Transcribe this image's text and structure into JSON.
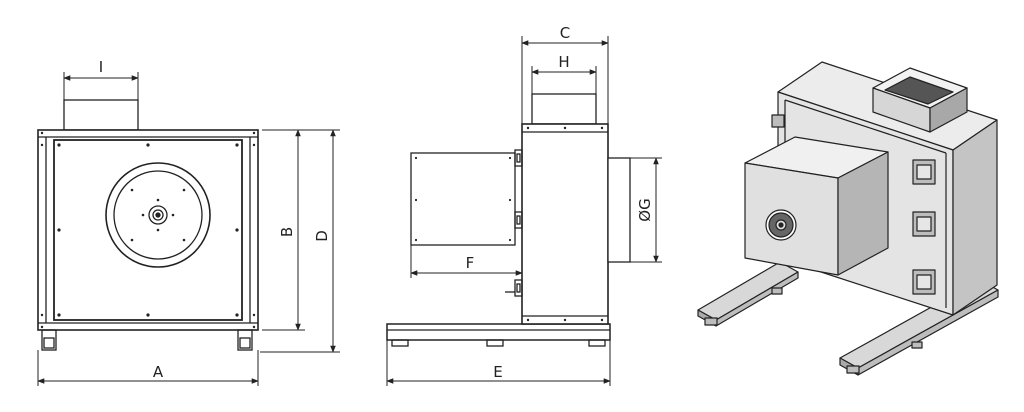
{
  "dimensions": {
    "A": "A",
    "B": "B",
    "C": "C",
    "D": "D",
    "E": "E",
    "F": "F",
    "G": "ØG",
    "H": "H",
    "I": "I"
  },
  "colors": {
    "line": "#222222",
    "panel_fill": "#ffffff",
    "iso_light": "#e6e6e6",
    "iso_mid": "#c9c9c9",
    "iso_dark": "#9c9c9c"
  }
}
